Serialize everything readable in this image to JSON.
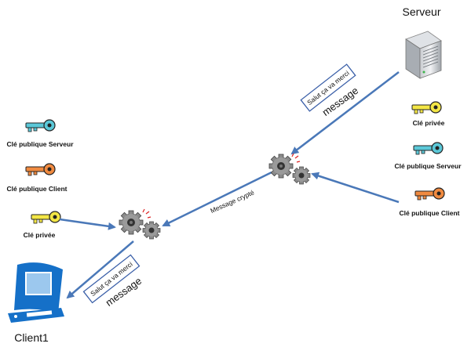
{
  "server": {
    "title": "Serveur"
  },
  "client": {
    "title": "Client1"
  },
  "left_keys": [
    {
      "label": "Clé publique Serveur",
      "color": "#5bc8d8"
    },
    {
      "label": "Clé publique Client",
      "color": "#f08a40"
    },
    {
      "label": "Clé privée",
      "color": "#f3e645"
    }
  ],
  "right_keys": [
    {
      "label": "Clé privée",
      "color": "#f3e645"
    },
    {
      "label": "Clé publique Serveur",
      "color": "#5bc8d8"
    },
    {
      "label": "Clé publique Client",
      "color": "#f08a40"
    }
  ],
  "server_message": {
    "note": "Salut ça va merci",
    "caption": "message"
  },
  "client_message": {
    "note": "Salut ça va  merci",
    "caption": "message"
  },
  "encrypted_label": "Message crypté",
  "colors": {
    "arrow": "#4a78b8",
    "note_border": "#3a5fa8",
    "monitor": "#1570c8"
  }
}
